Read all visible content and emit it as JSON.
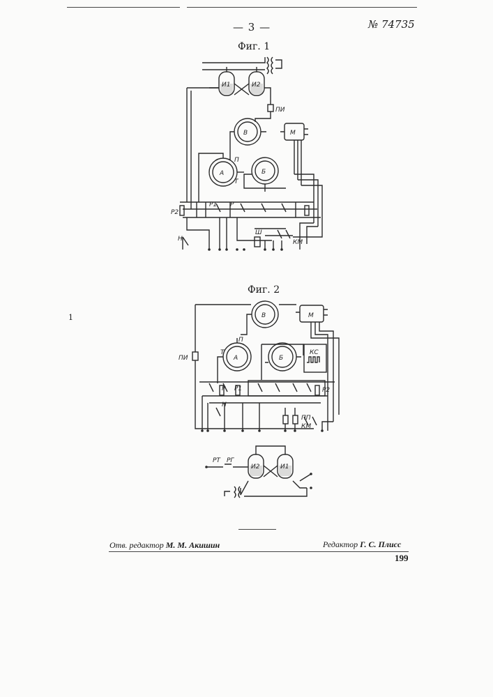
{
  "header": {
    "page_number": "— 3 —",
    "patent_number": "№ 74735"
  },
  "figures": [
    {
      "title": "Фиг. 1",
      "labels": [
        "И1",
        "И2",
        "ПИ",
        "В",
        "М",
        "А",
        "Б",
        "П",
        "Т",
        "Р2",
        "Р1",
        "Р",
        "Н",
        "КМ",
        "Ш"
      ]
    },
    {
      "title": "Фиг. 2",
      "labels": [
        "В",
        "М",
        "ПИ",
        "П",
        "Т",
        "А",
        "Б",
        "КС",
        "Р",
        "Р1",
        "Р2",
        "Н",
        "ПП",
        "КМ",
        "РТ",
        "РГ",
        "И2",
        "И1"
      ]
    }
  ],
  "margin_mark": "1",
  "footer": {
    "editor_left_label": "Отв. редактор",
    "editor_left_name": "М. М. Акишин",
    "editor_right_label": "Редактор",
    "editor_right_name": "Г. С. Плисс",
    "sheet_number": "199"
  }
}
